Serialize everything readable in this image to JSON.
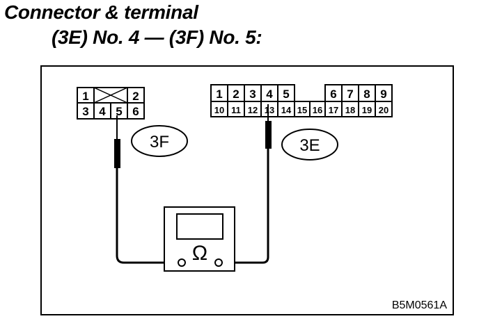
{
  "title": {
    "line1": "Connector & terminal",
    "line2": "(3E) No. 4 — (3F) No. 5:"
  },
  "connector_3f": {
    "label": "3F",
    "top_row": [
      "1",
      "2"
    ],
    "bottom_row": [
      "3",
      "4",
      "5",
      "6"
    ]
  },
  "connector_3e": {
    "label": "3E",
    "top_row": [
      "1",
      "2",
      "3",
      "4",
      "5",
      "6",
      "7",
      "8",
      "9"
    ],
    "bottom_row": [
      "10",
      "11",
      "12",
      "13",
      "14",
      "15",
      "16",
      "17",
      "18",
      "19",
      "20"
    ]
  },
  "meter": {
    "symbol": "Ω"
  },
  "figure_code": "B5M0561A"
}
